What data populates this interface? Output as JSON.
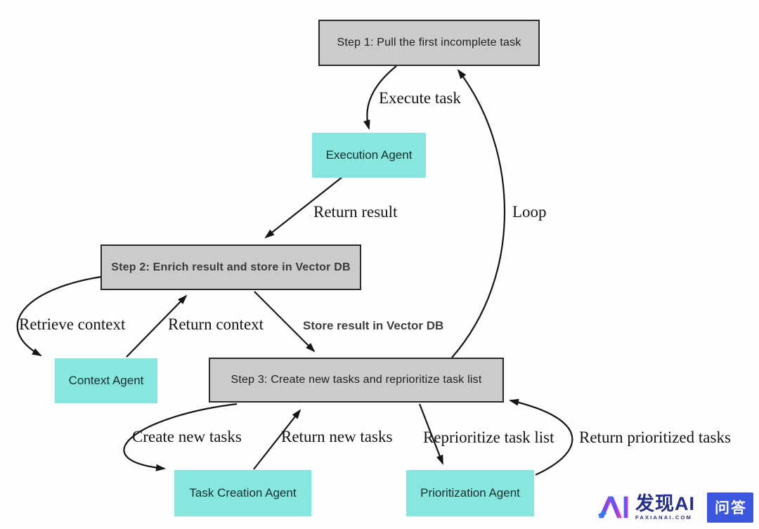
{
  "diagram": {
    "title_implicit": "Task-driven autonomous agent loop",
    "nodes": {
      "step1": {
        "label": "Step 1: Pull the first incomplete task",
        "type": "step"
      },
      "execution_agent": {
        "label": "Execution Agent",
        "type": "agent"
      },
      "step2": {
        "label": "Step 2: Enrich result and store in Vector DB",
        "type": "step"
      },
      "context_agent": {
        "label": "Context Agent",
        "type": "agent"
      },
      "step3": {
        "label": "Step 3: Create new tasks and reprioritize task list",
        "type": "step"
      },
      "task_creation_agent": {
        "label": "Task Creation Agent",
        "type": "agent"
      },
      "prioritization_agent": {
        "label": "Prioritization Agent",
        "type": "agent"
      }
    },
    "edges": {
      "execute_task": {
        "label": "Execute task",
        "from": "step1",
        "to": "execution_agent"
      },
      "return_result": {
        "label": "Return result",
        "from": "execution_agent",
        "to": "step2"
      },
      "retrieve_context": {
        "label": "Retrieve context",
        "from": "step2",
        "to": "context_agent"
      },
      "return_context": {
        "label": "Return context",
        "from": "context_agent",
        "to": "step2"
      },
      "store_result": {
        "label": "Store result in Vector DB",
        "from": "step2",
        "to": "step3"
      },
      "loop": {
        "label": "Loop",
        "from": "step3",
        "to": "step1"
      },
      "create_new_tasks": {
        "label": "Create new tasks",
        "from": "step3",
        "to": "task_creation_agent"
      },
      "return_new_tasks": {
        "label": "Return new tasks",
        "from": "task_creation_agent",
        "to": "step3"
      },
      "reprioritize_task_list": {
        "label": "Reprioritize task list",
        "from": "step3",
        "to": "prioritization_agent"
      },
      "return_prioritized_tasks": {
        "label": "Return prioritized tasks",
        "from": "prioritization_agent",
        "to": "step3"
      }
    },
    "colors": {
      "step_fill": "#cbcbcb",
      "step_border": "#2b2b2b",
      "agent_fill": "#87e6de",
      "arrow": "#151515",
      "label_text": "#141414",
      "store_label_text": "#3e3e3e",
      "step_bold_text": "#3a3a3a",
      "agent_text": "#10302e",
      "watermark_navy": "#232e8a",
      "badge_blue": "#3b57e0",
      "logo_blue": "#2f7bf6",
      "logo_purple": "#8b3df0",
      "logo_pink": "#f4409f",
      "background": "#fefefe"
    }
  },
  "watermark": {
    "logo_icon": "ai-gradient-logo-icon",
    "title": "发现AI",
    "subtitle": "FAXIANAI.COM",
    "badge": "问答"
  }
}
